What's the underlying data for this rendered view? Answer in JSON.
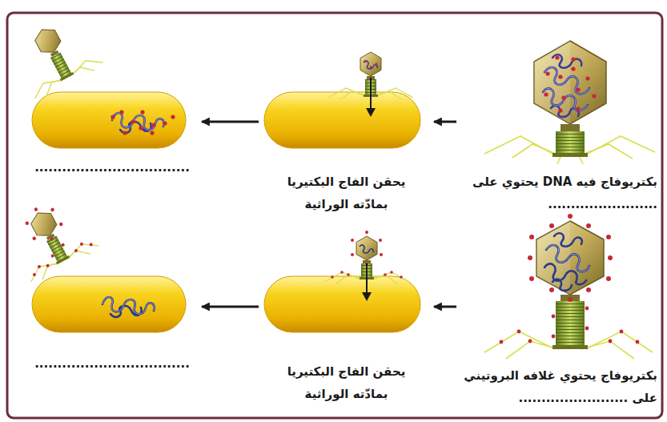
{
  "diagram": {
    "nodes": [
      {
        "text": [
          "بكتريوفاج فيه DNA يحتوي على ........................"
        ]
      },
      {
        "text": [
          "يحقن الفاج البكتيريا بمادّته الوراثية"
        ]
      },
      {
        "text": [
          ".................................."
        ]
      },
      {
        "text": [
          "بكتريوفاج يحتوي غلافه البروتيني على ........................"
        ]
      },
      {
        "text": [
          "يحقن الفاج البكتيريا بمادّته الوراثية"
        ]
      },
      {
        "text": [
          ".................................."
        ]
      }
    ],
    "edges": [
      {
        "from": 0,
        "to": 1,
        "arrow": "to"
      },
      {
        "from": 1,
        "to": 2,
        "arrow": "to"
      },
      {
        "from": 3,
        "to": 4,
        "arrow": "to"
      },
      {
        "from": 4,
        "to": 5,
        "arrow": "to"
      }
    ]
  }
}
